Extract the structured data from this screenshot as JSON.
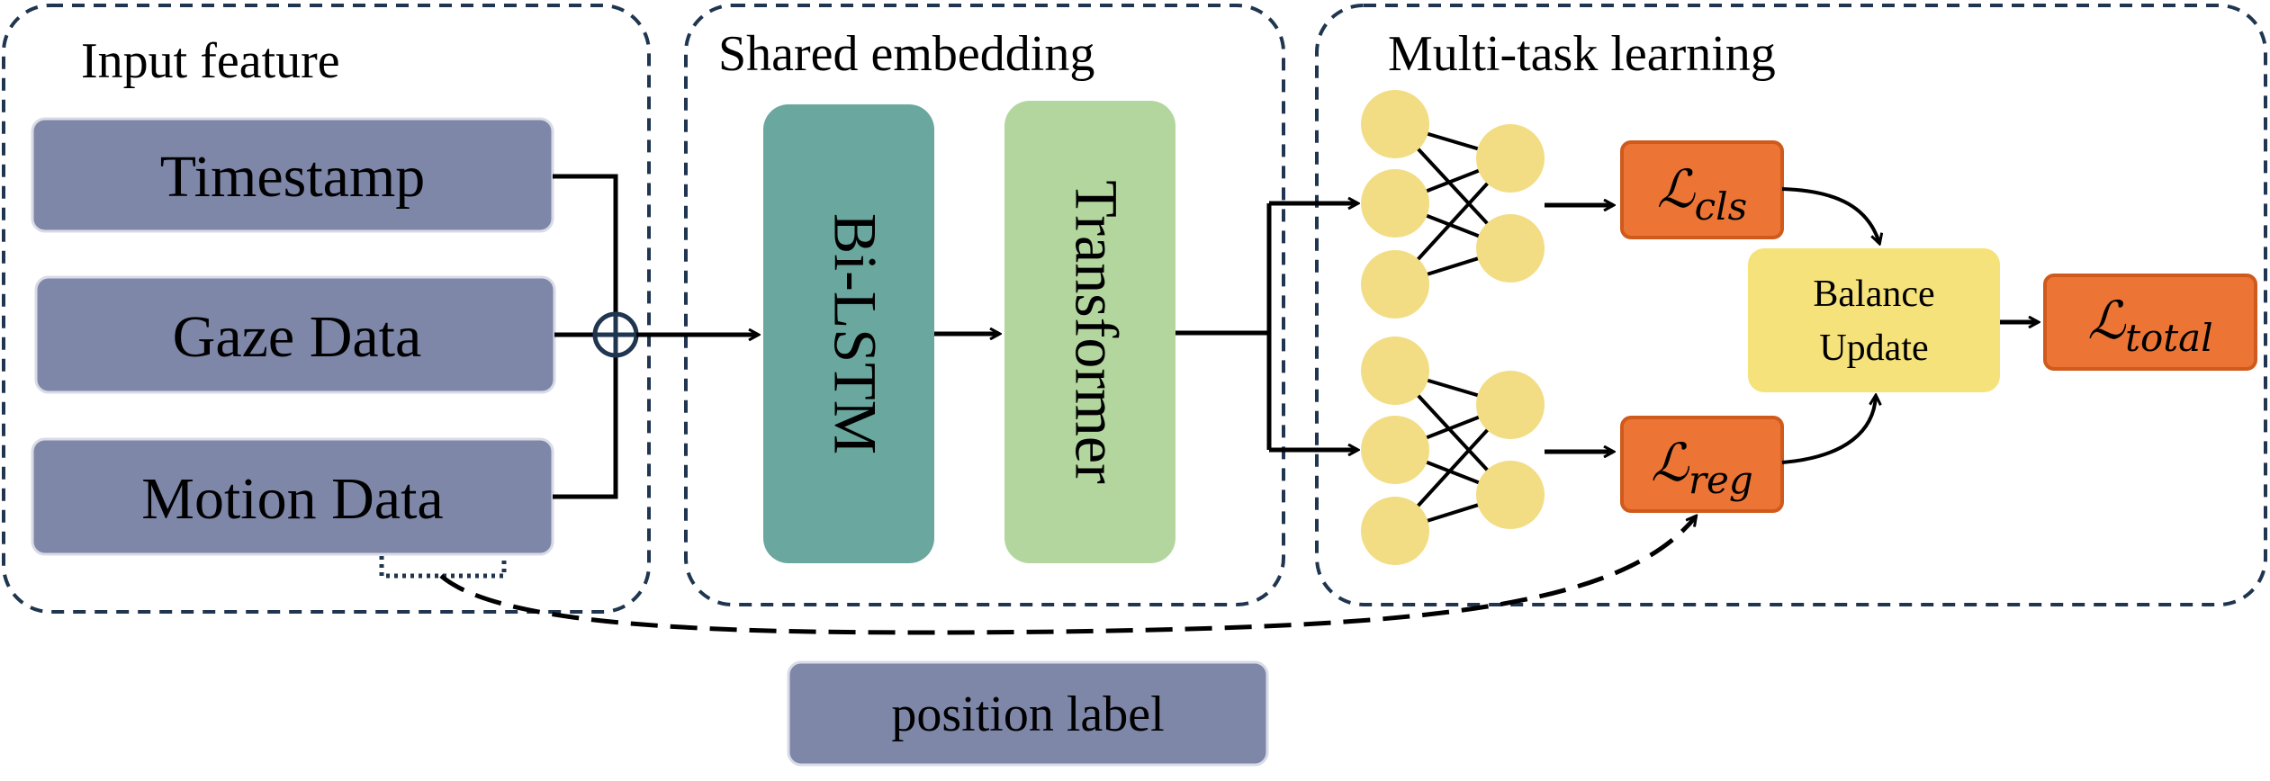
{
  "panels": {
    "input": {
      "title": "Input feature"
    },
    "embedding": {
      "title": "Shared embedding"
    },
    "multitask": {
      "title": "Multi-task learning"
    }
  },
  "inputs": {
    "timestamp": "Timestamp",
    "gaze": "Gaze Data",
    "motion": "Motion Data"
  },
  "modules": {
    "bilstm": "Bi-LSTM",
    "transformer": "Transformer"
  },
  "losses": {
    "cls": {
      "script": "ℒ",
      "sub": "cls"
    },
    "reg": {
      "script": "ℒ",
      "sub": "reg"
    },
    "total": {
      "script": "ℒ",
      "sub": "total"
    }
  },
  "balance": {
    "line1": "Balance",
    "line2": "Update"
  },
  "position_label": "position label",
  "colors": {
    "input_box": "#7f87a9",
    "bilstm": "#6aa79e",
    "transformer": "#b3d69e",
    "loss": "#ec7535",
    "loss_border": "#d05a1c",
    "balance": "#f6e27a",
    "node": "#f2dd84",
    "panel_border": "#1f3550",
    "sum_node": "#1f3550"
  }
}
